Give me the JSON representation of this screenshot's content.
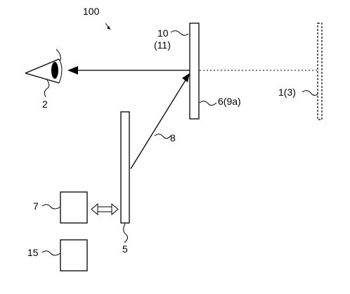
{
  "labels": {
    "system": "100",
    "combiner": "10",
    "combiner_alt": "(11)",
    "eye": "2",
    "screen": "1(3)",
    "panel": "6(9a)",
    "beam": "8",
    "unit_7": "7",
    "display": "5",
    "unit_15": "15"
  }
}
